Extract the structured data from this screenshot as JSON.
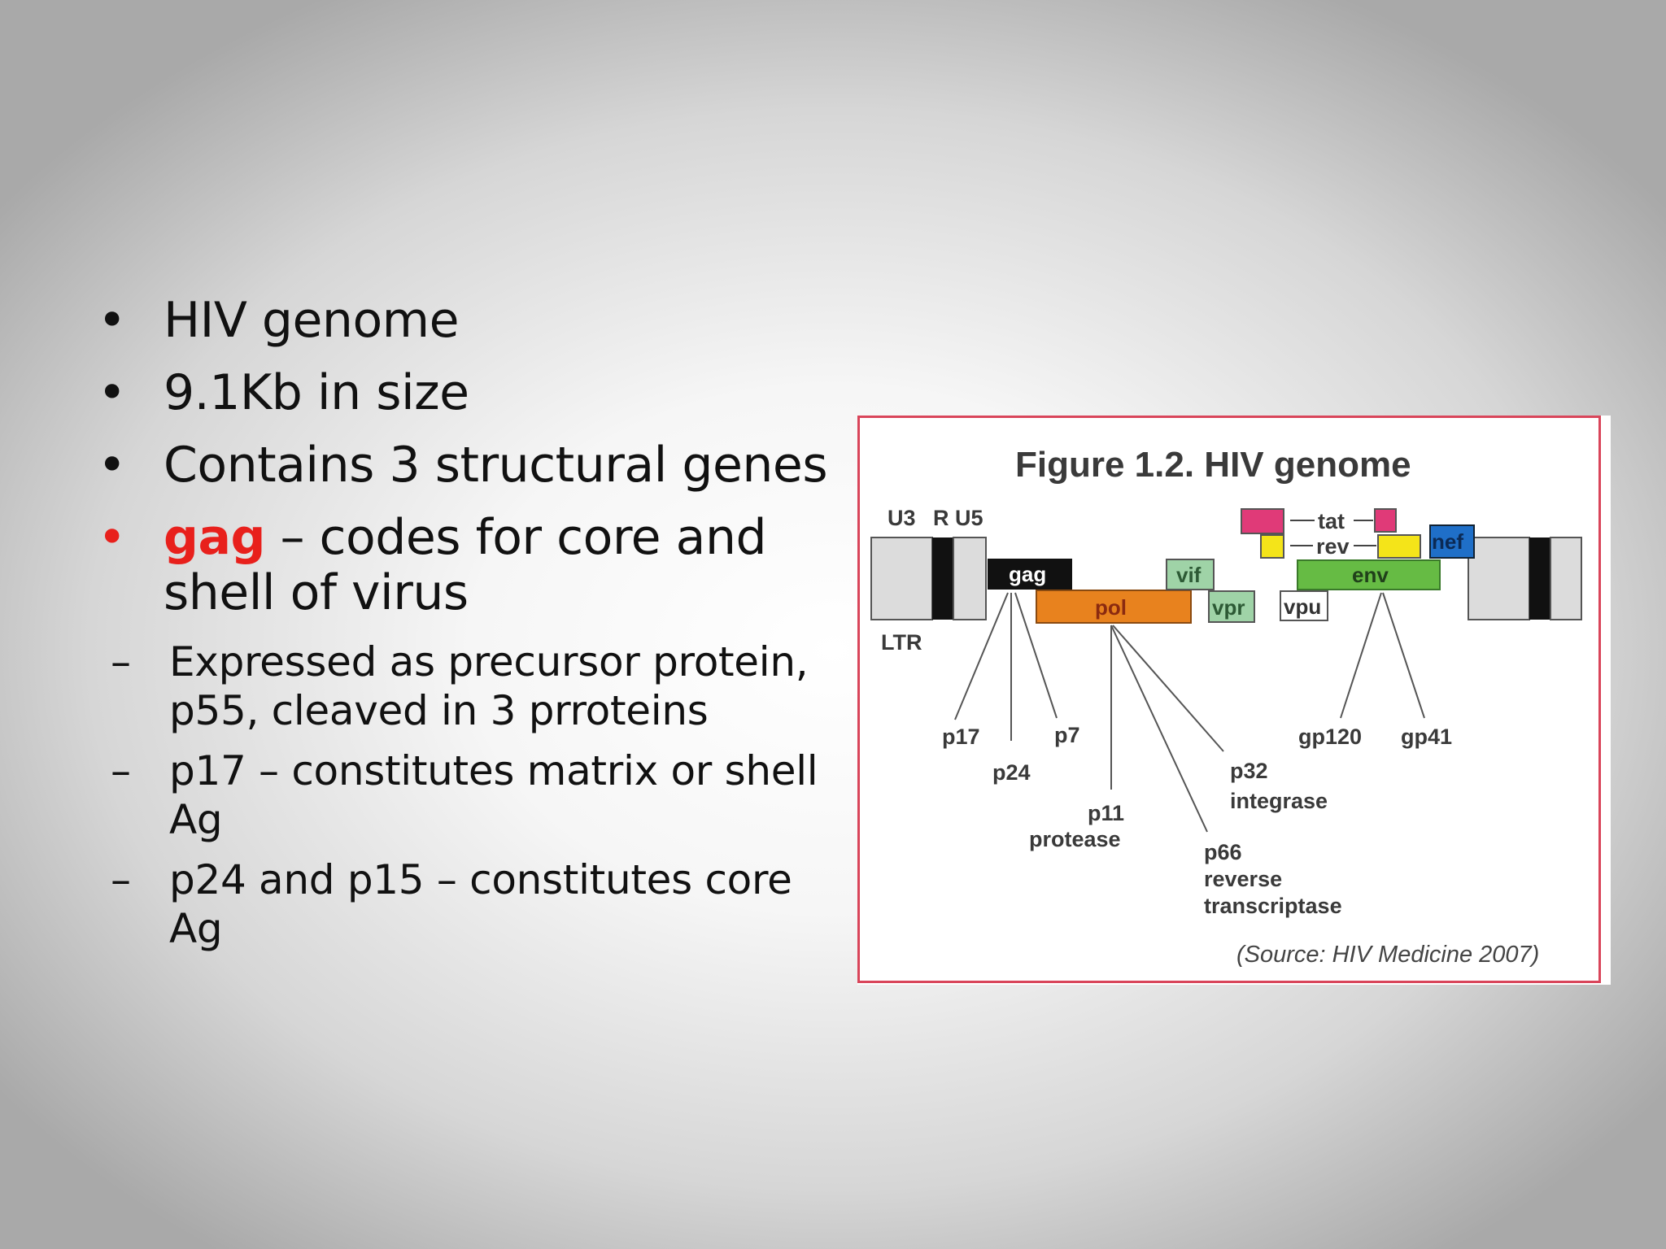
{
  "bullets": [
    {
      "text": "HIV genome"
    },
    {
      "text": "9.1Kb in size"
    },
    {
      "text": "Contains 3 structural genes"
    },
    {
      "highlight": "gag",
      "text": " – codes for core and shell of virus"
    }
  ],
  "sub_bullets": [
    {
      "text": "Expressed as precursor protein, p55, cleaved in 3 prroteins"
    },
    {
      "text": "p17 – constitutes matrix or shell Ag"
    },
    {
      "text": "p24 and p15 – constitutes core Ag"
    }
  ],
  "colors": {
    "highlight": "#e8201c",
    "frame": "#d9455a",
    "gag": "#111111",
    "pol": "#e8821e",
    "env": "#66bb44",
    "vif_vpr": "#9fd3a7",
    "tat": "#e03a78",
    "rev": "#f4e419",
    "nef": "#1f6fc8"
  },
  "figure": {
    "title": "Figure 1.2. HIV genome",
    "ltr_labels": {
      "u3": "U3",
      "r": "R",
      "u5": "U5",
      "ltr": "LTR"
    },
    "genes": {
      "gag": "gag",
      "pol": "pol",
      "vif": "vif",
      "vpr": "vpr",
      "vpu": "vpu",
      "env": "env",
      "nef": "nef",
      "tat": "tat",
      "rev": "rev"
    },
    "proteins": {
      "p17": "p17",
      "p24": "p24",
      "p7": "p7",
      "p11": "p11",
      "p11_name": "protease",
      "p32": "p32",
      "p32_name": "integrase",
      "p66": "p66",
      "p66_name1": "reverse",
      "p66_name2": "transcriptase",
      "gp120": "gp120",
      "gp41": "gp41"
    },
    "source": "(Source: HIV Medicine 2007)"
  }
}
